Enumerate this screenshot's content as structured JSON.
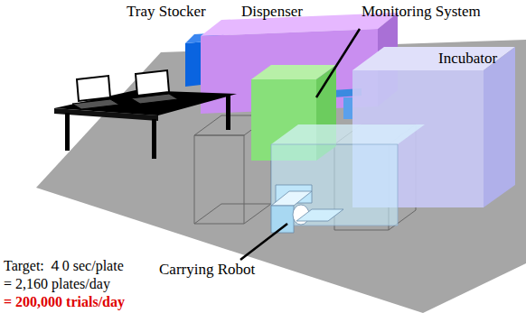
{
  "diagram": {
    "labels": [
      "Tray Stocker",
      "Dispenser",
      "Monitoring System",
      "Incubator",
      "Carrying Robot",
      "Target: ４0 sec/plate",
      "= 2,160 plates/day",
      "= 200,000 trials/day"
    ]
  }
}
